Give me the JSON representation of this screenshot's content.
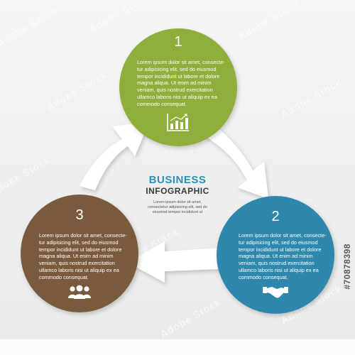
{
  "watermark": {
    "text": "Adobe Stock"
  },
  "stock_id": "#70878398",
  "center": {
    "title": "BUSINESS",
    "subtitle": "INFOGRAPHIC",
    "text_lines": [
      "Lorem ipsum dolor sit amet,",
      "consectetur adipisicing elit, sed do",
      "eiusmod tempor incididunt ut"
    ]
  },
  "steps": [
    {
      "number": "1",
      "color": "#8fae3b",
      "icon": "bar-chart-icon",
      "text_lines": [
        "Lorem ipsum dolor sit amet, consecte-",
        "tur adipisicing elit, sed do eiusmod",
        "tempor incididunt ut labore et dolore",
        "magna aliqua. Ut enim ad minim",
        "veniam, quis nostrud exercitation",
        "ullamco laboris nisi ut aliquip ex ea",
        "commodo consequat."
      ]
    },
    {
      "number": "2",
      "color": "#2f87ad",
      "icon": "handshake-icon",
      "text_lines": [
        "Lorem ipsum dolor sit amet, consecte-",
        "tur adipisicing elit, sed do eiusmod",
        "tempor incididunt ut labore et dolore",
        "magna aliqua. Ut enim ad minim",
        "veniam, quis nostrud exercitation",
        "ullamco laboris nisi ut aliquip ex ea",
        "commodo consequat."
      ]
    },
    {
      "number": "3",
      "color": "#7a5a3e",
      "icon": "people-group-icon",
      "text_lines": [
        "Lorem ipsum dolor sit amet, consecte-",
        "tur adipisicing elit, sed do eiusmod",
        "tempor incididunt ut labore et dolore",
        "magna aliqua. Ut enim ad minim",
        "veniam, quis nostrud exercitation",
        "ullamco laboris nisi ut aliquip ex ea",
        "commodo consequat."
      ]
    }
  ]
}
